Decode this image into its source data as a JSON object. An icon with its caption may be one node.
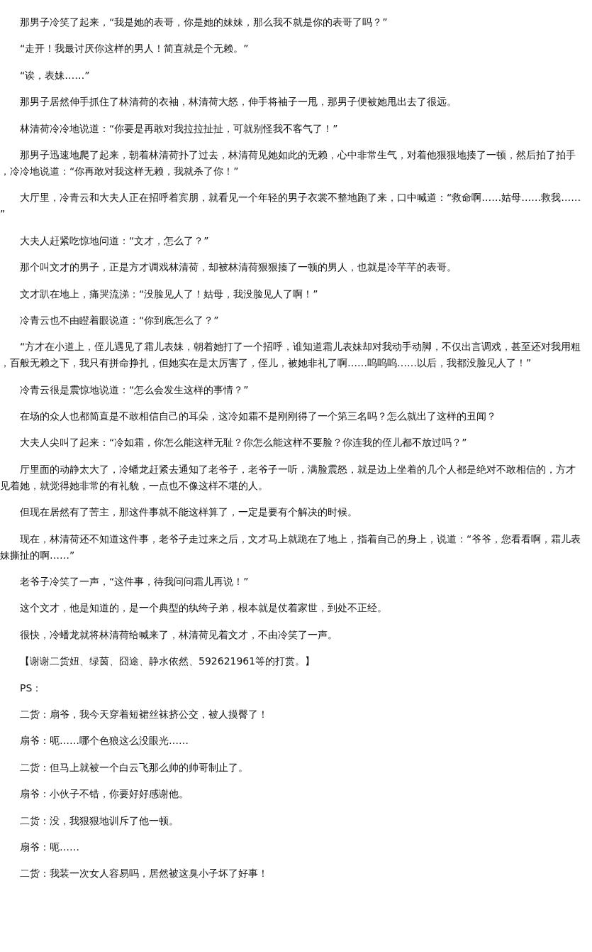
{
  "diagram": {
    "labels": [
      "那男子冷笑了起来，“我是她的表哥，你是她的妹妹，那么我不就是你的表哥了吗？”",
      "“走开！我最讨厌你这样的男人！简直就是个无赖。”",
      "“诶，表妹……”",
      "那男子居然伸手抓住了林清荷的衣袖，林清荷大怒，伸手将袖子一甩，那男子便被她甩出去了很远。",
      "林清荷冷冷地说道：“你要是再敢对我拉拉扯扯，可就别怪我不客气了！”",
      "那男子迅速地爬了起来，朝着林清荷扑了过去，林清荷见她如此的无赖，心中非常生气，对着他狠狠地揍了一顿，然后拍了拍手，冷冷地说道：“你再敢对我这样无赖，我就杀了你！”",
      "大厅里，冷青云和大夫人正在招呼着宾朋，就看见一个年轻的男子衣裳不整地跑了来，口中喊道：“救命啊……姑母……救我……”",
      "大夫人赶紧吃惊地问道：“文才，怎么了？”",
      "那个叫文才的男子，正是方才调戏林清荷，却被林清荷狠狠揍了一顿的男人，也就是冷芊芊的表哥。",
      "文才趴在地上，痛哭流涕：“没脸见人了！姑母，我没脸见人了啊！”",
      "冷青云也不由瞪着眼说道：“你到底怎么了？”",
      "“方才在小道上，侄儿遇见了霜儿表妹，朝着她打了一个招呼，谁知道霜儿表妹却对我动手动脚，不仅出言调戏，甚至还对我用粗，百般无赖之下，我只有拼命挣扎，但她实在是太厉害了，侄儿，被她非礼了啊……呜呜呜……以后，我都没脸见人了！”",
      "冷青云很是震惊地说道：“怎么会发生这样的事情？”",
      "在场的众人也都简直是不敢相信自己的耳朵，这冷如霜不是刚刚得了一个第三名吗？怎么就出了这样的丑闻？",
      "大夫人尖叫了起来：“冷如霜，你怎么能这样无耻？你怎么能这样不要脸？你连我的侄儿都不放过吗？”",
      "厅里面的动静太大了，冷蟠龙赶紧去通知了老爷子，老爷子一听，满脸震怒，就是边上坐着的几个人都是绝对不敢相信的，方才见着她，就觉得她非常的有礼貌，一点也不像这样不堪的人。",
      "但现在居然有了苦主，那这件事就不能这样算了，一定是要有个解决的时候。",
      "现在，林清荷还不知道这件事，老爷子走过来之后，文才马上就跪在了地上，指着自己的身上，说道：“爷爷，您看看啊，霜儿表妹撕扯的啊……”",
      "老爷子冷笑了一声，“这件事，待我问问霜儿再说！”",
      "这个文才，他是知道的，是一个典型的纨绔子弟，根本就是仗着家世，到处不正经。",
      "很快，冷蟠龙就将林清荷给喊来了，林清荷见着文才，不由冷笑了一声。",
      "【谢谢二货妞、绿茵、囧途、静水依然、592621961等的打赏。】",
      "PS：",
      "二货：扇爷，我今天穿着短裙丝袜挤公交，被人摸臀了！",
      "扇爷：呃……哪个色狼这么没眼光……",
      "二货：但马上就被一个白云飞那么帅的帅哥制止了。",
      "扇爷：小伙子不错，你要好好感谢他。",
      "二货：没，我狠狠地训斥了他一顿。",
      "扇爷：呃……",
      "二货：我装一次女人容易吗，居然被这臭小子坏了好事！"
    ]
  }
}
